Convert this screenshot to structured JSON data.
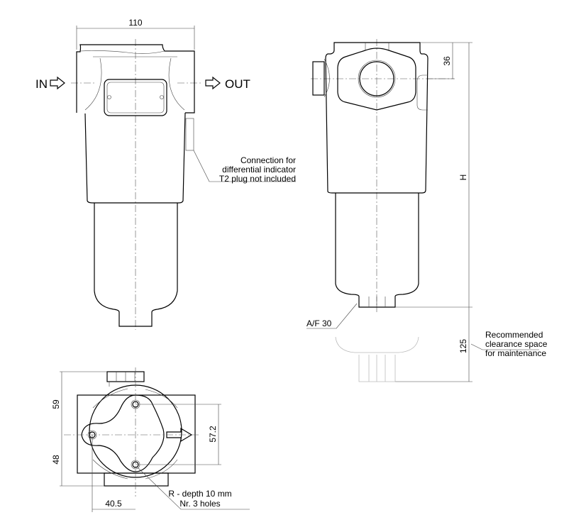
{
  "front_view": {
    "width_dim": "110",
    "inlet_label": "IN",
    "outlet_label": "OUT",
    "indicator_note": [
      "Connection for",
      "differential indicator",
      "T2 plug not included"
    ]
  },
  "side_view": {
    "port_height_dim": "36",
    "height_dim": "H",
    "clearance_dim": "125",
    "wrench_note": "A/F 30",
    "clearance_note": [
      "Recommended",
      "clearance space",
      "for maintenance"
    ]
  },
  "bottom_view": {
    "upper_dim": "59",
    "lower_dim": "48",
    "hole_spacing_dim": "57.2",
    "offset_dim": "40.5",
    "hole_note": [
      "R - depth 10 mm",
      "Nr. 3 holes"
    ]
  }
}
